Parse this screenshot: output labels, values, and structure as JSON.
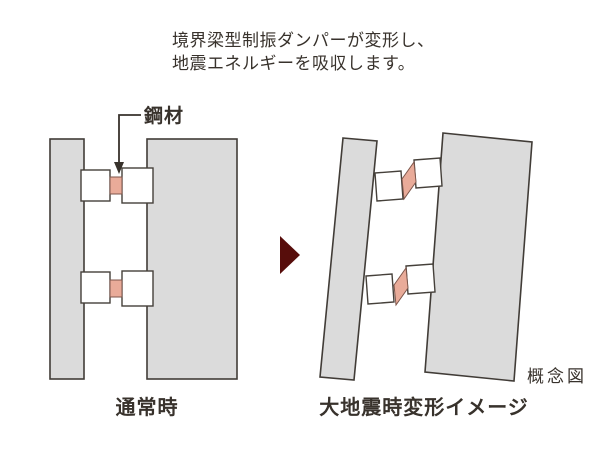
{
  "caption": {
    "line1": "境界梁型制振ダンパーが変形し、",
    "line2": "地震エネルギーを吸収します。"
  },
  "labels": {
    "steel_material": "鋼材",
    "normal_state": "通常時",
    "earthquake_state": "大地震時変形イメージ",
    "conceptual_note": "概念図"
  },
  "colors": {
    "background": "#ffffff",
    "wall_fill": "#dbdbdb",
    "stub_fill": "#ffffff",
    "outline": "#413c37",
    "damper_fill": "#e9ab99",
    "damper_outline": "#7d564b",
    "arrow_fill": "#570d0b",
    "text": "#38322c"
  }
}
